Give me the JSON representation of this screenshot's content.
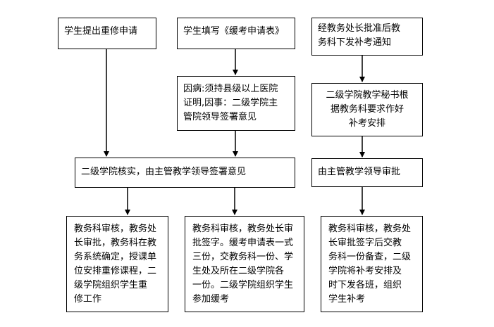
{
  "boxes": {
    "b1": "学生提出重修申请",
    "b2": "学生填写《缓考申请表》",
    "b3": "经教务处长批准后教\n务科下发补考通知",
    "b4": "因病:须持县级以上医院\n证明,因事：二级学院主\n管院领导签署意见",
    "b5": "二级学院教学秘书根\n据教务科要求作好\n补考安排",
    "b6": "二级学院核实，由主管教学领导签署意见",
    "b7": "由主管教学领导审批",
    "b8": "教务科审核，教务处\n长审批，教务科在教\n务系统确定，授课单\n位安排重修课程，二\n级学院组织学生重\n修工作",
    "b9": "教务科审核，教务处长审\n批签字。缓考申请表一式\n三份，交教务科一份、学\n生处及所在二级学院各\n一份。二级学院组织学生\n参加缓考",
    "b10": "教务科审核，教务处\n长审批签字后交教\n务科一份备查，二级\n学院将补考安排及\n时下发各班，组织\n学生补考"
  }
}
